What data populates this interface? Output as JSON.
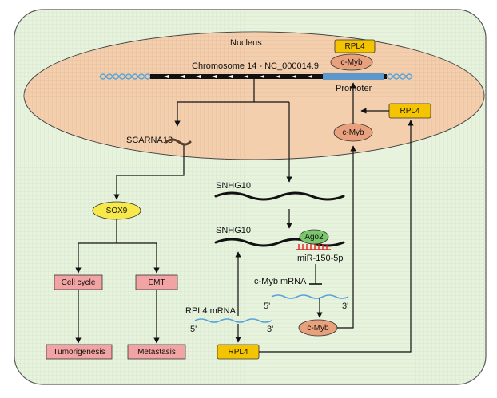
{
  "labels": {
    "nucleus": "Nucleus",
    "chromosome": "Chromosome 14 - NC_000014.9",
    "promoter": "Promoter",
    "scarna13": "SCARNA13",
    "snhg10_top": "SNHG10",
    "snhg10_mid": "SNHG10",
    "ago2": "Ago2",
    "mir": "miR-150-5p",
    "cmyb_mrna": "c-Myb mRNA",
    "five_prime_cmyb": "5'",
    "three_prime_cmyb": "3'",
    "rpl4_mrna": "RPL4 mRNA",
    "five_prime_rpl4": "5'",
    "three_prime_rpl4": "3'"
  },
  "nodes": {
    "rpl4_top": "RPL4",
    "cmyb_top": "c-Myb",
    "rpl4_right": "RPL4",
    "cmyb_mid": "c-Myb",
    "sox9": "SOX9",
    "cell_cycle": "Cell cycle",
    "emt": "EMT",
    "tumorigenesis": "Tumorigenesis",
    "metastasis": "Metastasis",
    "rpl4_bottom": "RPL4",
    "cmyb_bottom": "c-Myb"
  },
  "colors": {
    "cell_bg": "#e8f3de",
    "nucleus_fill": "#f3cfae",
    "rpl4_fill": "#f5c400",
    "cmyb_fill": "#e9a07c",
    "sox9_fill": "#f7e94a",
    "process_fill": "#f2a3a3",
    "ago2_fill": "#7bc86c",
    "dna_blue": "#57a3d8",
    "mir_red": "#e02020"
  }
}
